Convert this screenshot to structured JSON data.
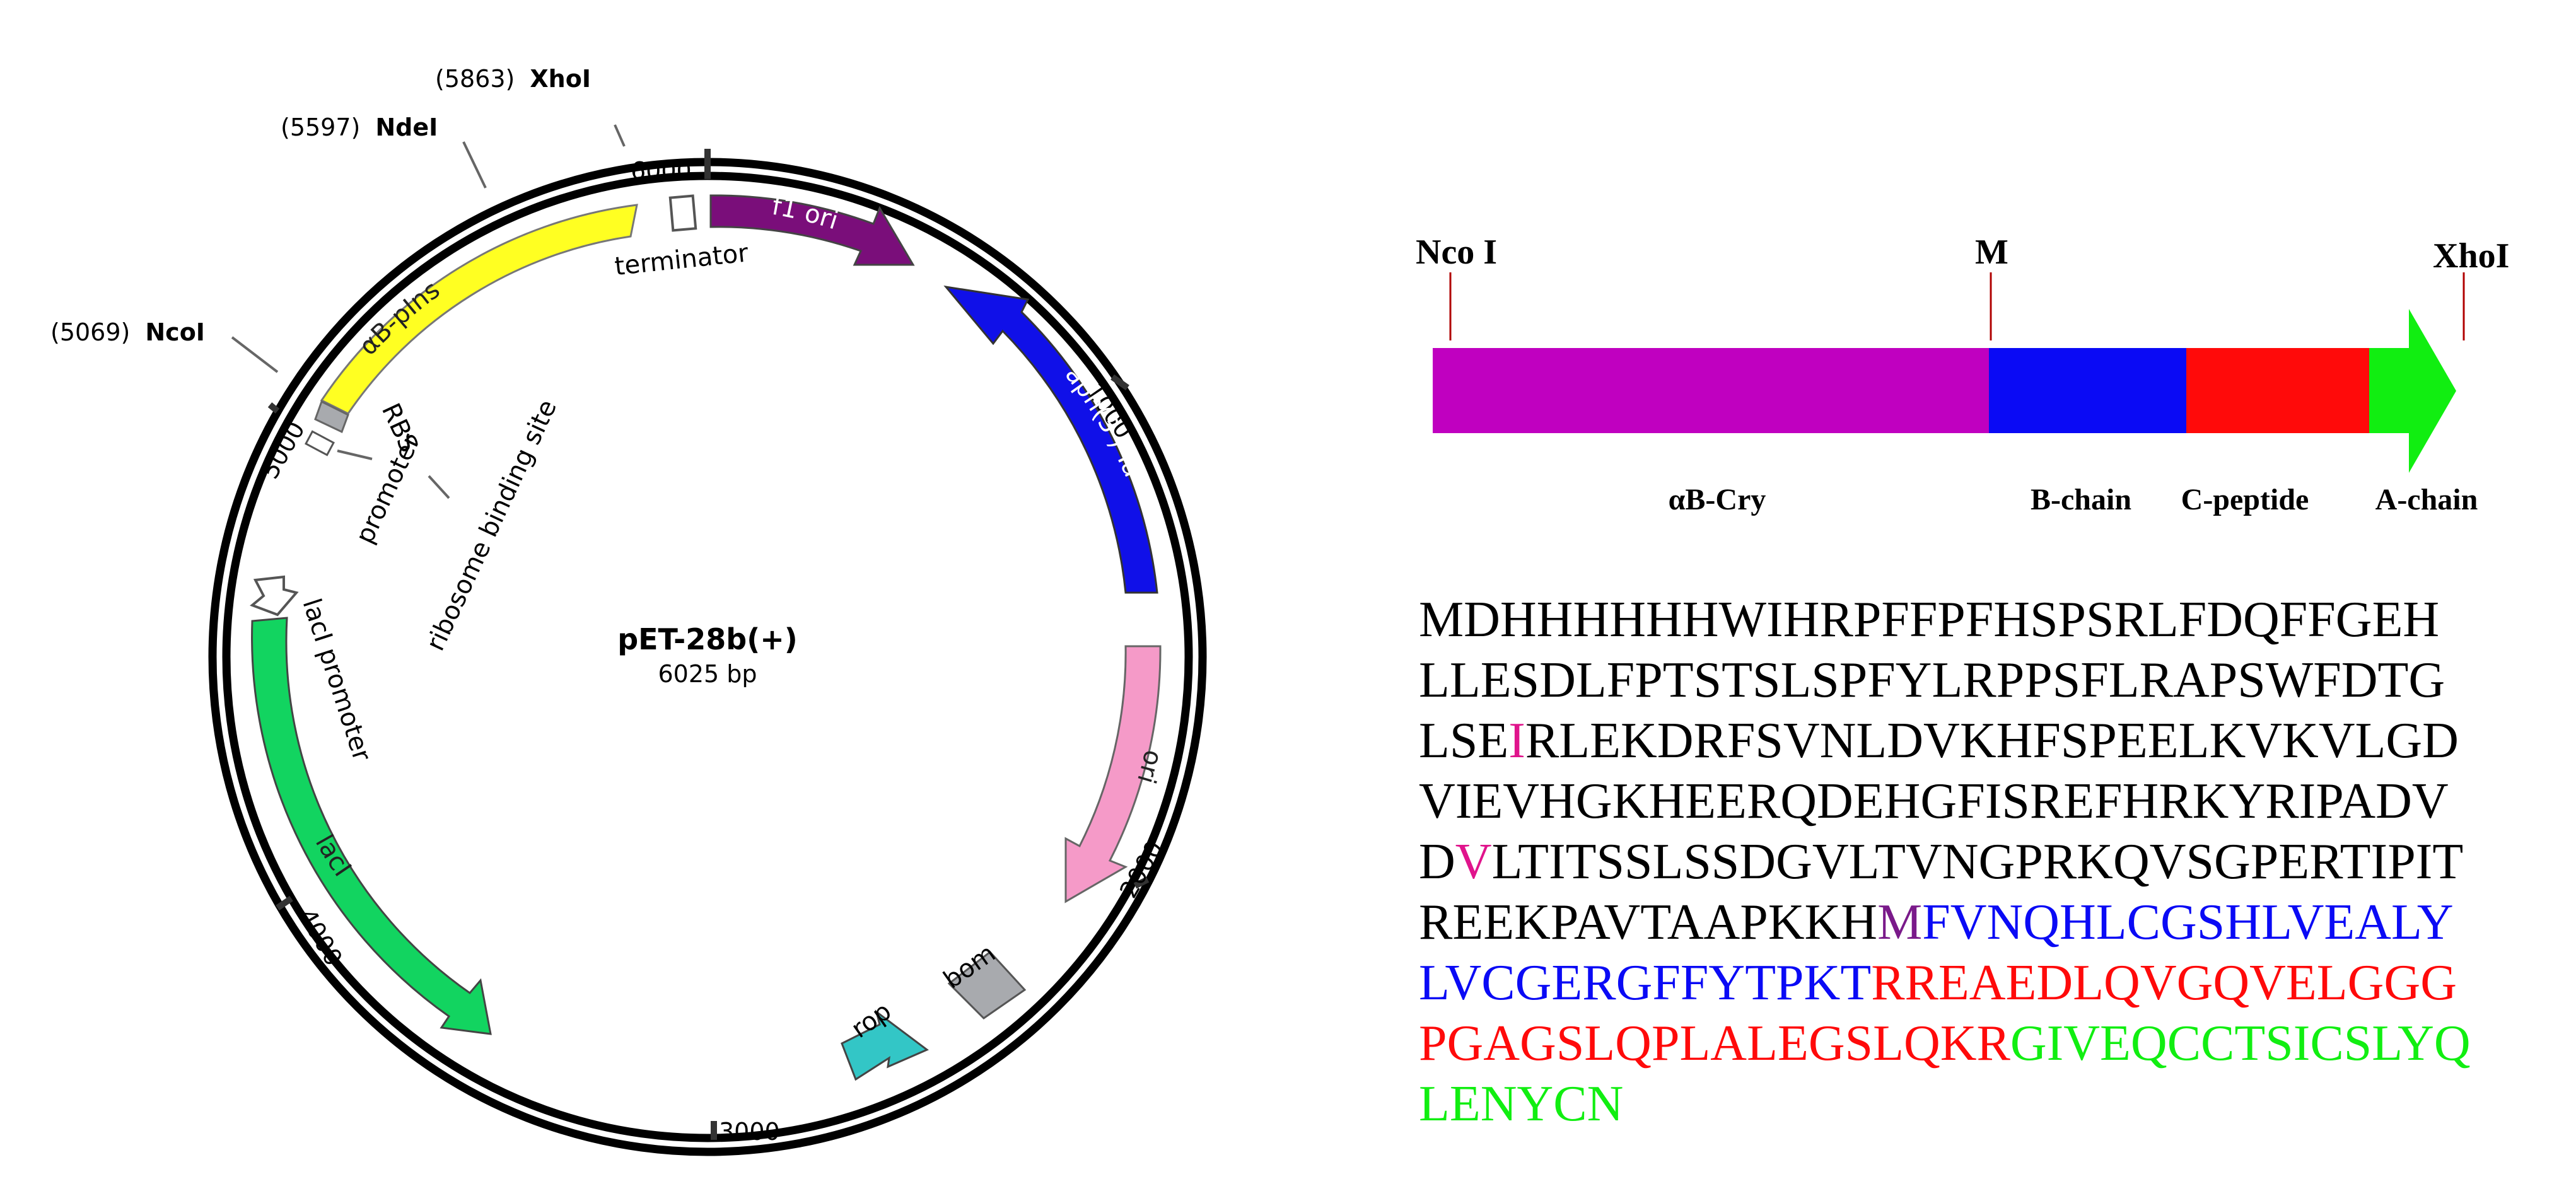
{
  "plasmid": {
    "name": "pET-28b(+)",
    "size_label": "6025 bp",
    "ticks": [
      "1000",
      "2000",
      "3000",
      "4000",
      "5000",
      "6000"
    ],
    "sites": [
      {
        "pos": "(5863)",
        "name": "XhoI"
      },
      {
        "pos": "(5597)",
        "name": "NdeI"
      },
      {
        "pos": "(5069)",
        "name": "NcoI"
      }
    ],
    "features": {
      "f1_ori": "f1 ori",
      "aph": "aph(3')-Ia",
      "ori": "ori",
      "bom": "bom",
      "rop": "rop",
      "lacI": "lacI",
      "lacI_promoter": "lacI promoter",
      "insert": "αB-pIns",
      "terminator": "terminator",
      "rbs": "RBS",
      "promoter": "promoter",
      "rbs_site": "ribosome binding site"
    },
    "colors": {
      "f1_ori": "#7a0e7a",
      "aph": "#1010e8",
      "ori": "#f59ac8",
      "bom": "#a8aaae",
      "rop": "#33c6c6",
      "lacI": "#12d460",
      "insert": "#ffff22"
    }
  },
  "construct": {
    "site_labels": {
      "left": "Nco I",
      "middle": "M",
      "right": "XhoI"
    },
    "segments": [
      {
        "label": "αB-Cry",
        "color": "#c000c0"
      },
      {
        "label": "B-chain",
        "color": "#0a0af5"
      },
      {
        "label": "C-peptide",
        "color": "#ff0a0a"
      },
      {
        "label": "A-chain",
        "color": "#11ee11"
      }
    ]
  },
  "sequence": {
    "colors": {
      "black": "#000000",
      "pink": "#e0148c",
      "purple": "#7a1a8a",
      "blue": "#0a0af5",
      "red": "#ff0a0a",
      "green": "#11ee11"
    },
    "lines": [
      [
        {
          "t": "MDHHHHHHWIHRPFFPFHSPSRLFDQFFGEH",
          "c": "black"
        }
      ],
      [
        {
          "t": "LLESDLFPTSTSLSPFYLRPPSFLRAPSWFDTG",
          "c": "black"
        }
      ],
      [
        {
          "t": "LSE",
          "c": "black"
        },
        {
          "t": "I",
          "c": "pink"
        },
        {
          "t": "RLEKDRFSVNLDVKHFSPEELKVKVLGD",
          "c": "black"
        }
      ],
      [
        {
          "t": "VIEVHGKHEERQDEHGFISREFHRKYRIPADV",
          "c": "black"
        }
      ],
      [
        {
          "t": "D",
          "c": "black"
        },
        {
          "t": "V",
          "c": "pink"
        },
        {
          "t": "LTITSSLSSDGVLTVNGPRKQVSGPERTIPIT",
          "c": "black"
        }
      ],
      [
        {
          "t": "REEKPAVTAAPKKH",
          "c": "black"
        },
        {
          "t": "M",
          "c": "purple"
        },
        {
          "t": "FVNQHLCGSHLVEALY",
          "c": "blue"
        }
      ],
      [
        {
          "t": "LVCGERGFFYTPKT",
          "c": "blue"
        },
        {
          "t": "RREAEDLQVGQVELGGG",
          "c": "red"
        }
      ],
      [
        {
          "t": "PGAGSLQPLALEGSLQKR",
          "c": "red"
        },
        {
          "t": "GIVEQCCTSICSLYQ",
          "c": "green"
        }
      ],
      [
        {
          "t": "LENYCN",
          "c": "green"
        }
      ]
    ]
  }
}
